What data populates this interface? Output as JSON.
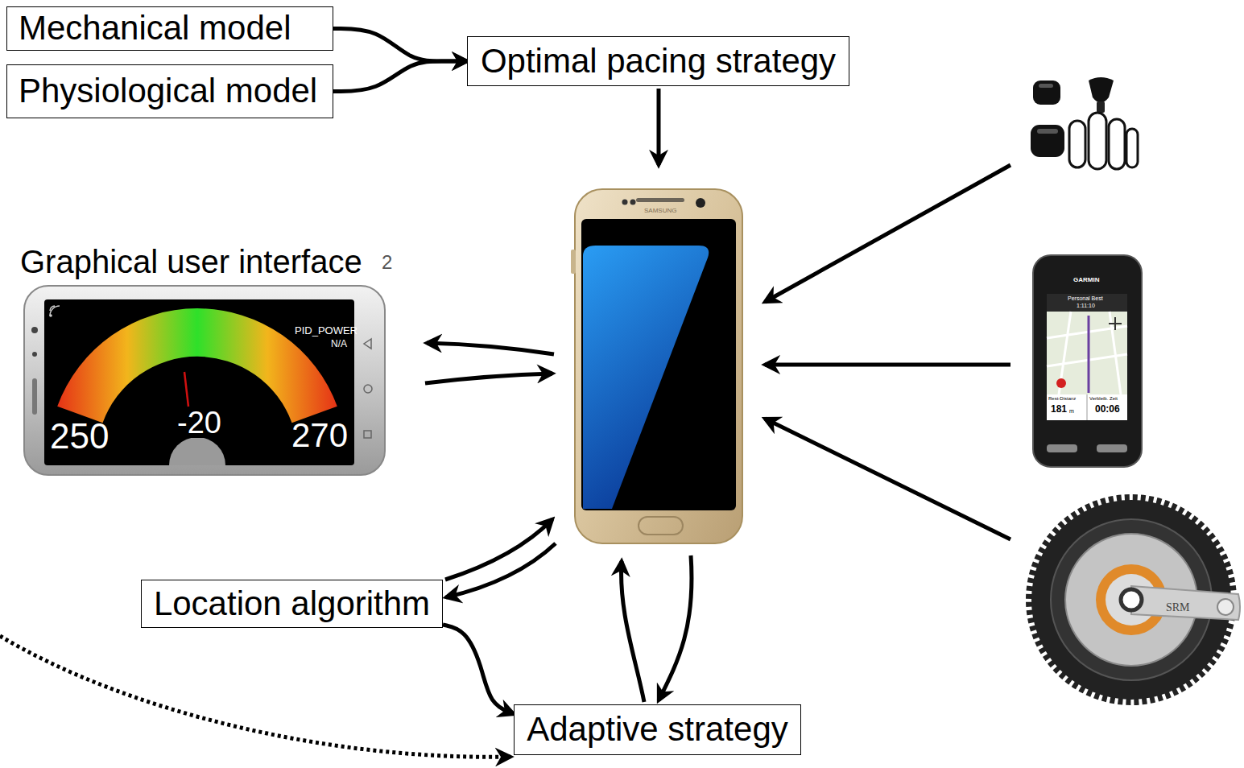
{
  "diagram": {
    "nodes": [
      {
        "text": [
          "Mechanical model"
        ]
      },
      {
        "text": [
          "Physiological model"
        ]
      },
      {
        "text": [
          "Optimal pacing strategy"
        ]
      },
      {
        "text": [
          "Location algorithm"
        ]
      },
      {
        "text": [
          "Adaptive strategy"
        ]
      }
    ],
    "edges": [
      {
        "from": 0,
        "to": 2,
        "arrow": "to"
      },
      {
        "from": 1,
        "to": 2,
        "arrow": "to"
      },
      {
        "from": 3,
        "to": 4,
        "arrow": "to"
      }
    ],
    "labels": [
      "Graphical user interface",
      "2",
      "PID_POWER",
      "N/A",
      "250",
      "-20",
      "270",
      "SAMSUNG",
      "GARMIN",
      "Personal Best",
      "1:11:10",
      "Rest-Distanz",
      "Verbleib. Zeit",
      "181",
      "m",
      "00:06",
      "SRM"
    ]
  }
}
